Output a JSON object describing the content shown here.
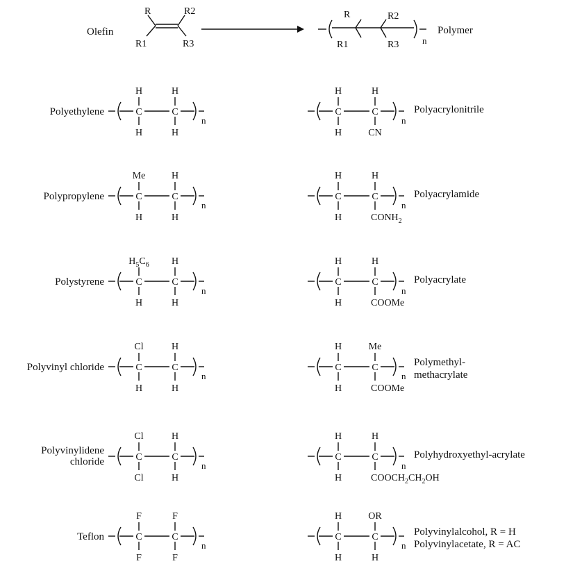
{
  "header": {
    "left_label": "Olefin",
    "right_label": "Polymer",
    "r": "R",
    "r1": "R1",
    "r2": "R2",
    "r3": "R3",
    "n": "n"
  },
  "atoms": {
    "carbon": "C",
    "n": "n"
  },
  "left_polymers": [
    {
      "name": [
        "Polyethylene"
      ],
      "top1": "H",
      "top2": "H",
      "bot1": "H",
      "bot2": "H"
    },
    {
      "name": [
        "Polypropylene"
      ],
      "top1": "Me",
      "top2": "H",
      "bot1": "H",
      "bot2": "H"
    },
    {
      "name": [
        "Polystyrene"
      ],
      "top1": "H5C6",
      "top2": "H",
      "bot1": "H",
      "bot2": "H"
    },
    {
      "name": [
        "Polyvinyl chloride"
      ],
      "top1": "Cl",
      "top2": "H",
      "bot1": "H",
      "bot2": "H"
    },
    {
      "name": [
        "Polyvinylidene",
        "chloride"
      ],
      "top1": "Cl",
      "top2": "H",
      "bot1": "Cl",
      "bot2": "H"
    },
    {
      "name": [
        "Teflon"
      ],
      "top1": "F",
      "top2": "F",
      "bot1": "F",
      "bot2": "F"
    }
  ],
  "right_polymers": [
    {
      "name": [
        "Polyacrylonitrile"
      ],
      "top1": "H",
      "top2": "H",
      "bot1": "H",
      "bot2": "CN"
    },
    {
      "name": [
        "Polyacrylamide"
      ],
      "top1": "H",
      "top2": "H",
      "bot1": "H",
      "bot2": "CONH2"
    },
    {
      "name": [
        "Polyacrylate"
      ],
      "top1": "H",
      "top2": "H",
      "bot1": "H",
      "bot2": "COOMe"
    },
    {
      "name": [
        "Polymethyl-",
        "methacrylate"
      ],
      "top1": "H",
      "top2": "Me",
      "bot1": "H",
      "bot2": "COOMe"
    },
    {
      "name": [
        "Polyhydroxyethyl-acrylate"
      ],
      "top1": "H",
      "top2": "H",
      "bot1": "H",
      "bot2": "COOCH2CH2OH"
    },
    {
      "name": [
        "Polyvinylalcohol, R = H",
        "Polyvinylacetate, R = AC"
      ],
      "top1": "H",
      "top2": "OR",
      "bot1": "H",
      "bot2": "H"
    }
  ]
}
